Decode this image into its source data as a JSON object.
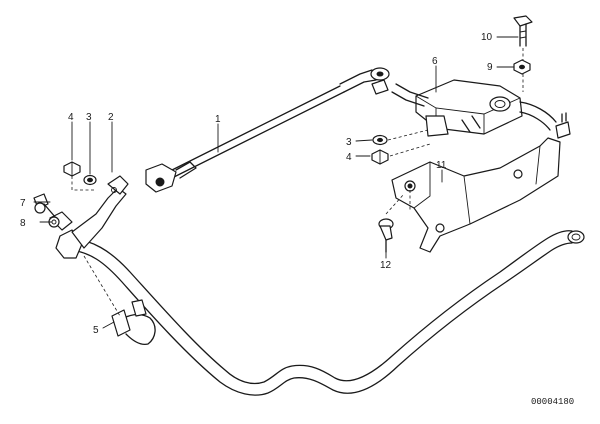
{
  "callouts": [
    {
      "id": "c1",
      "label": "1"
    },
    {
      "id": "c2",
      "label": "2"
    },
    {
      "id": "c3a",
      "label": "3"
    },
    {
      "id": "c4a",
      "label": "4"
    },
    {
      "id": "c3b",
      "label": "3"
    },
    {
      "id": "c4b",
      "label": "4"
    },
    {
      "id": "c5",
      "label": "5"
    },
    {
      "id": "c6",
      "label": "6"
    },
    {
      "id": "c7",
      "label": "7"
    },
    {
      "id": "c8",
      "label": "8"
    },
    {
      "id": "c9",
      "label": "9"
    },
    {
      "id": "c10",
      "label": "10"
    },
    {
      "id": "c11",
      "label": "11"
    },
    {
      "id": "c12",
      "label": "12"
    }
  ],
  "reference_number": "00004180"
}
